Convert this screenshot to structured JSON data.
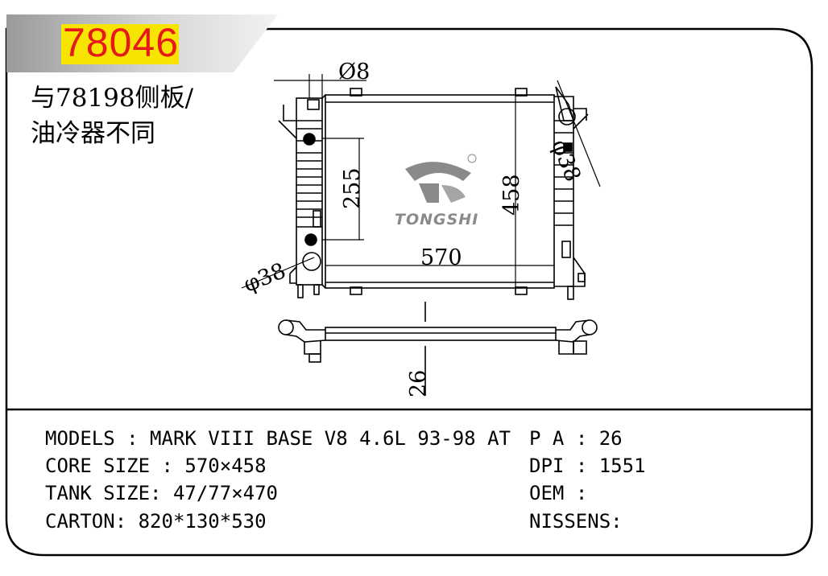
{
  "header": {
    "part_number": "78046",
    "note_line1": "与78198侧板/",
    "note_line2": "油冷器不同"
  },
  "drawing": {
    "dim_pipe": "Ø8",
    "dim_core_width": "570",
    "dim_core_height": "458",
    "dim_inner": "255",
    "dim_outlet": "φ38",
    "dim_inlet": "φ38",
    "dim_thickness": "26",
    "brand": "TONGSHI"
  },
  "specs": {
    "models_label": "MODELS",
    "models_value": ": MARK VIII BASE V8 4.6L 93-98 AT",
    "core_label": "CORE SIZE",
    "core_value": ": 570×458",
    "tank_label": "TANK SIZE:",
    "tank_value": "47/77×470",
    "carton_label": "CARTON:",
    "carton_value": "820*130*530",
    "pa_label": "P A",
    "pa_value": ": 26",
    "dpi_label": "DPI",
    "dpi_value": ": 1551",
    "oem_label": "OEM",
    "oem_value": ":",
    "nissens_label": "NISSENS:",
    "nissens_value": ""
  }
}
